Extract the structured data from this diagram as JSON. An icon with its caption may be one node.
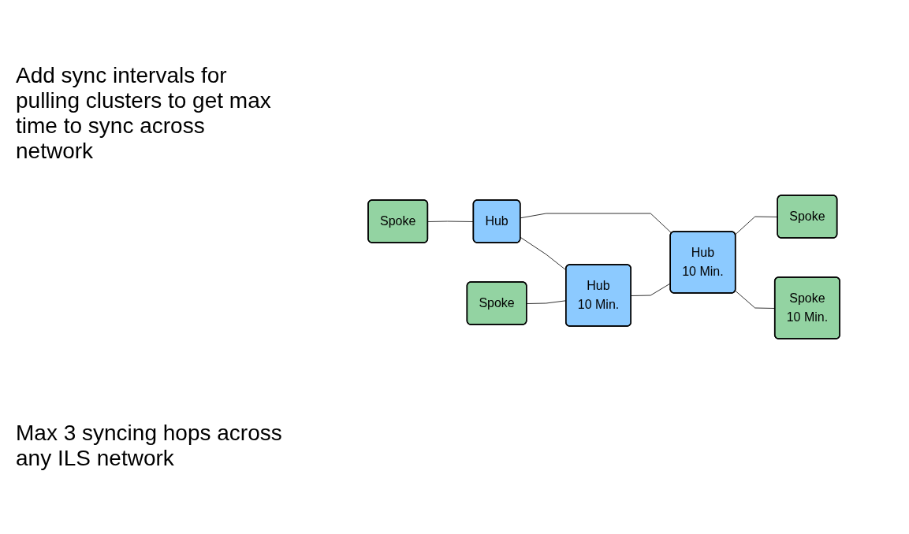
{
  "diagram": {
    "nodes": [
      {
        "text": [
          "Spoke"
        ]
      },
      {
        "text": [
          "Hub"
        ]
      },
      {
        "text": [
          "Spoke"
        ]
      },
      {
        "text": [
          "Hub",
          "10 Min."
        ]
      },
      {
        "text": [
          "Hub",
          "10 Min."
        ]
      },
      {
        "text": [
          "Spoke"
        ]
      },
      {
        "text": [
          "Spoke",
          "10 Min."
        ]
      }
    ],
    "edges": [
      {
        "from": 0,
        "to": 1,
        "arrow": "none"
      },
      {
        "from": 1,
        "to": 3,
        "arrow": "none"
      },
      {
        "from": 1,
        "to": 4,
        "arrow": "none"
      },
      {
        "from": 2,
        "to": 3,
        "arrow": "none"
      },
      {
        "from": 3,
        "to": 4,
        "arrow": "none"
      },
      {
        "from": 4,
        "to": 5,
        "arrow": "none"
      },
      {
        "from": 4,
        "to": 6,
        "arrow": "none"
      }
    ],
    "labels": [
      "Add sync intervals for pulling clusters to get max time to sync across network",
      "Max 3 syncing hops across any ILS network"
    ]
  }
}
